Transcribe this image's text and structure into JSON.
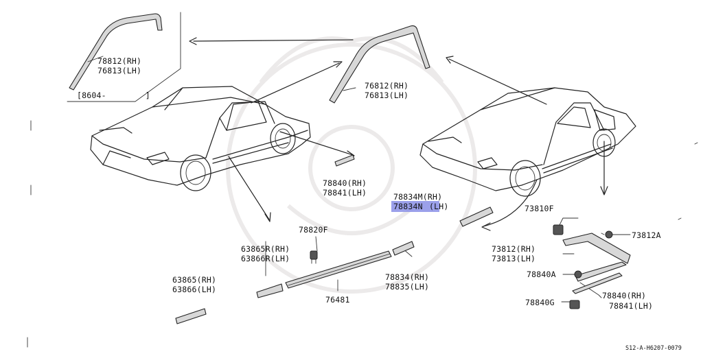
{
  "diagram": {
    "labels": {
      "molding_roof_upper_rh": "78812(RH)",
      "molding_roof_upper_lh": "76813(LH)",
      "date_range": "[8604-        ]",
      "molding_roof_center_rh": "76812(RH)",
      "molding_roof_center_lh": "76813(LH)",
      "molding_fender_rh": "78840(RH)",
      "molding_fender_lh": "78841(LH)",
      "molding_m_rh": "78834M(RH)",
      "molding_n_lh_prefix": "78834N",
      "molding_n_lh_suffix": "(LH)",
      "clip_78820f": "78820F",
      "molding_63865r_rh": "63865R(RH)",
      "molding_63866r_lh": "63866R(LH)",
      "molding_63865_rh": "63865(RH)",
      "molding_63866_lh": "63866(LH)",
      "molding_78834_rh": "78834(RH)",
      "molding_78835_lh": "78835(LH)",
      "molding_76481": "76481",
      "clip_73810f": "73810F",
      "screw_73812a": "73812A",
      "garnish_73812_rh": "73812(RH)",
      "garnish_73813_lh": "73813(LH)",
      "clip_78840a": "78840A",
      "molding_78840_rh": "78840(RH)",
      "molding_78841_lh": "78841(LH)",
      "clip_78840g": "78840G",
      "figure_code": "S12-A-H6207-0079"
    },
    "highlight_color": "#8a8fe6"
  }
}
